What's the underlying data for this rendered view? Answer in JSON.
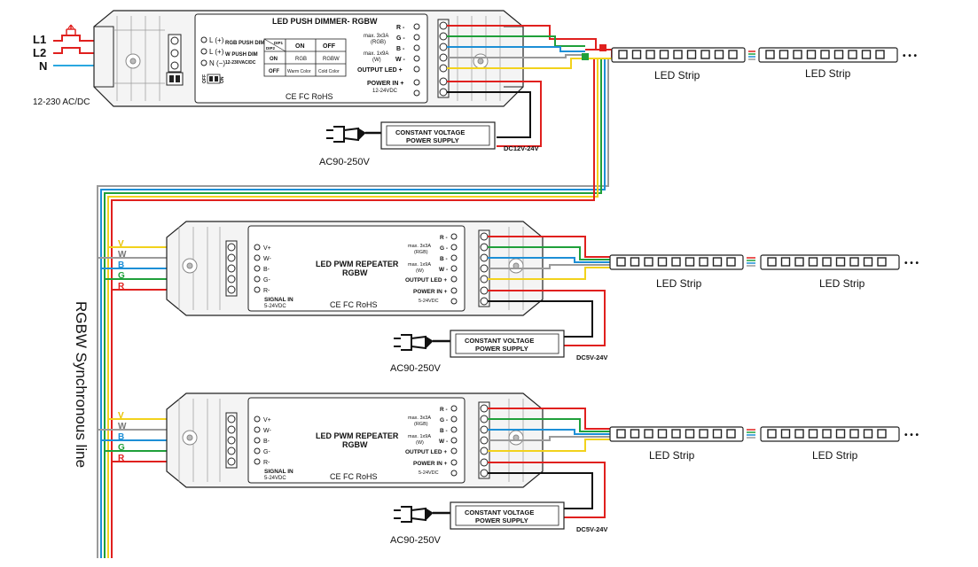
{
  "colors": {
    "red": "#e0201e",
    "green": "#1fa03a",
    "blue": "#1d8fd6",
    "white": "#9a9a9a",
    "yellow": "#f2d21c",
    "live": "#e0201e",
    "neutral": "#2aa7e0",
    "black": "#111111"
  },
  "mains": {
    "l1": "L1",
    "l2": "L2",
    "n": "N",
    "voltage": "12-230 AC/DC"
  },
  "dimmer": {
    "title": "LED PUSH DIMMER- RGBW",
    "in_l1": "L (+)",
    "in_l2": "L (+)",
    "in_n": "N (−)",
    "rgb_push_dim": "RGB PUSH DIM",
    "w_push_dim": "W PUSH DIM",
    "input_range": "12-230VAC/DC",
    "dip_header": "DIP1",
    "dip_sub": "DIP2",
    "dip_on_header": "ON",
    "dip_off_header": "OFF",
    "row1_label": "ON",
    "row1_on": "RGB",
    "row1_off": "RGBW",
    "row2_label": "OFF",
    "row2_on": "Warm Color",
    "row2_off": "Cold Color",
    "switch_on": "ON",
    "switch_off": "OFF",
    "rating_rgb": "max. 3x3A",
    "rating_rgb_sub": "(RGB)",
    "rating_w": "max. 1x9A",
    "rating_w_sub": "(W)",
    "out_r": "R -",
    "out_g": "G -",
    "out_b": "B -",
    "out_w": "W -",
    "output_led": "OUTPUT LED +",
    "power_in": "POWER IN +",
    "power_range": "12-24VDC",
    "cert": "CE FC RoHS"
  },
  "psu_main": {
    "label_line1": "CONSTANT VOLTAGE",
    "label_line2": "POWER SUPPLY",
    "ac": "AC90-250V",
    "dc": "DC12V-24V"
  },
  "repeater": {
    "title_line1": "LED PWM REPEATER",
    "title_line2": "RGBW",
    "in_v": "V+",
    "in_w": "W-",
    "in_b": "B-",
    "in_g": "G-",
    "in_r": "R-",
    "signal_in": "SIGNAL IN",
    "signal_range": "5-24VDC",
    "rating_rgb": "max. 3x3A",
    "rating_rgb_sub": "(RGB)",
    "rating_w": "max. 1x9A",
    "rating_w_sub": "(W)",
    "out_r": "R -",
    "out_g": "G -",
    "out_b": "B -",
    "out_w": "W -",
    "output_led": "OUTPUT LED +",
    "power_in": "POWER IN +",
    "power_range": "5-24VDC",
    "cert": "CE FC RoHS"
  },
  "repeater_psu": {
    "label_line1": "CONSTANT VOLTAGE",
    "label_line2": "POWER SUPPLY",
    "ac": "AC90-250V",
    "dc": "DC5V-24V"
  },
  "sync_labels": {
    "v": "V",
    "w": "W",
    "b": "B",
    "g": "G",
    "r": "R"
  },
  "strip_label": "LED Strip",
  "ellipsis": "• • •",
  "sync_line": "RGBW  Synchronous line"
}
